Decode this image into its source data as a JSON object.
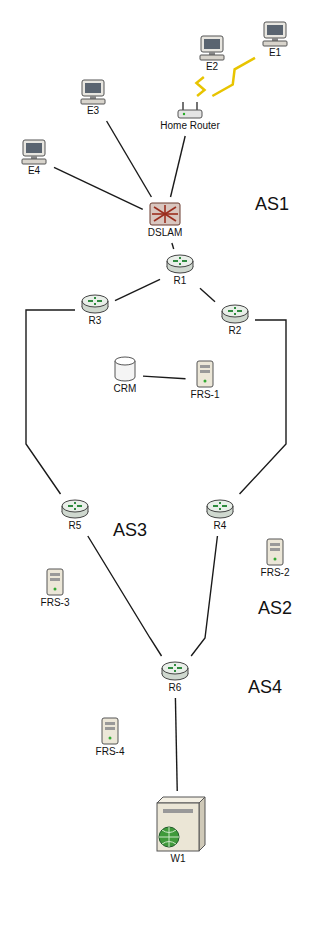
{
  "diagram": {
    "nodes": [
      {
        "text": [
          "E1"
        ]
      },
      {
        "text": [
          "E2"
        ]
      },
      {
        "text": [
          "Home Router"
        ]
      },
      {
        "text": [
          "E3"
        ]
      },
      {
        "text": [
          "E4"
        ]
      },
      {
        "text": [
          "AS1"
        ]
      },
      {
        "text": [
          "DSLAM"
        ],
        "in": 5
      },
      {
        "text": [
          "R1"
        ],
        "in": 5
      },
      {
        "text": [
          "R2"
        ],
        "in": 5
      },
      {
        "text": [
          "R3"
        ],
        "in": 5
      },
      {
        "text": [
          "CRM"
        ],
        "in": 5
      },
      {
        "text": [
          "FRS-1"
        ],
        "in": 5
      },
      {
        "text": [
          "AS2"
        ]
      },
      {
        "text": [
          "R4"
        ],
        "in": 12
      },
      {
        "text": [
          "FRS-2"
        ],
        "in": 12
      },
      {
        "text": [
          "AS3"
        ]
      },
      {
        "text": [
          "R5"
        ],
        "in": 15
      },
      {
        "text": [
          "FRS-3"
        ],
        "in": 15
      },
      {
        "text": [
          "AS4"
        ]
      },
      {
        "text": [
          "R6"
        ],
        "in": 18
      },
      {
        "text": [
          "FRS-4"
        ],
        "in": 18
      },
      {
        "text": [
          "W1"
        ],
        "in": 18
      }
    ],
    "edges": [
      {
        "from": 0,
        "to": 2,
        "arrow": "none"
      },
      {
        "from": 1,
        "to": 2,
        "arrow": "none"
      },
      {
        "from": 2,
        "to": 6,
        "arrow": "none"
      },
      {
        "from": 3,
        "to": 6,
        "arrow": "none"
      },
      {
        "from": 4,
        "to": 6,
        "arrow": "none"
      },
      {
        "from": 6,
        "to": 7,
        "arrow": "none"
      },
      {
        "from": 7,
        "to": 8,
        "arrow": "none"
      },
      {
        "from": 7,
        "to": 9,
        "arrow": "none"
      },
      {
        "from": 8,
        "to": 13,
        "arrow": "none"
      },
      {
        "from": 9,
        "to": 16,
        "arrow": "none"
      },
      {
        "from": 13,
        "to": 19,
        "arrow": "none"
      },
      {
        "from": 16,
        "to": 19,
        "arrow": "none"
      },
      {
        "from": 19,
        "to": 21,
        "arrow": "none"
      },
      {
        "from": 10,
        "to": 11,
        "arrow": "none"
      }
    ]
  }
}
